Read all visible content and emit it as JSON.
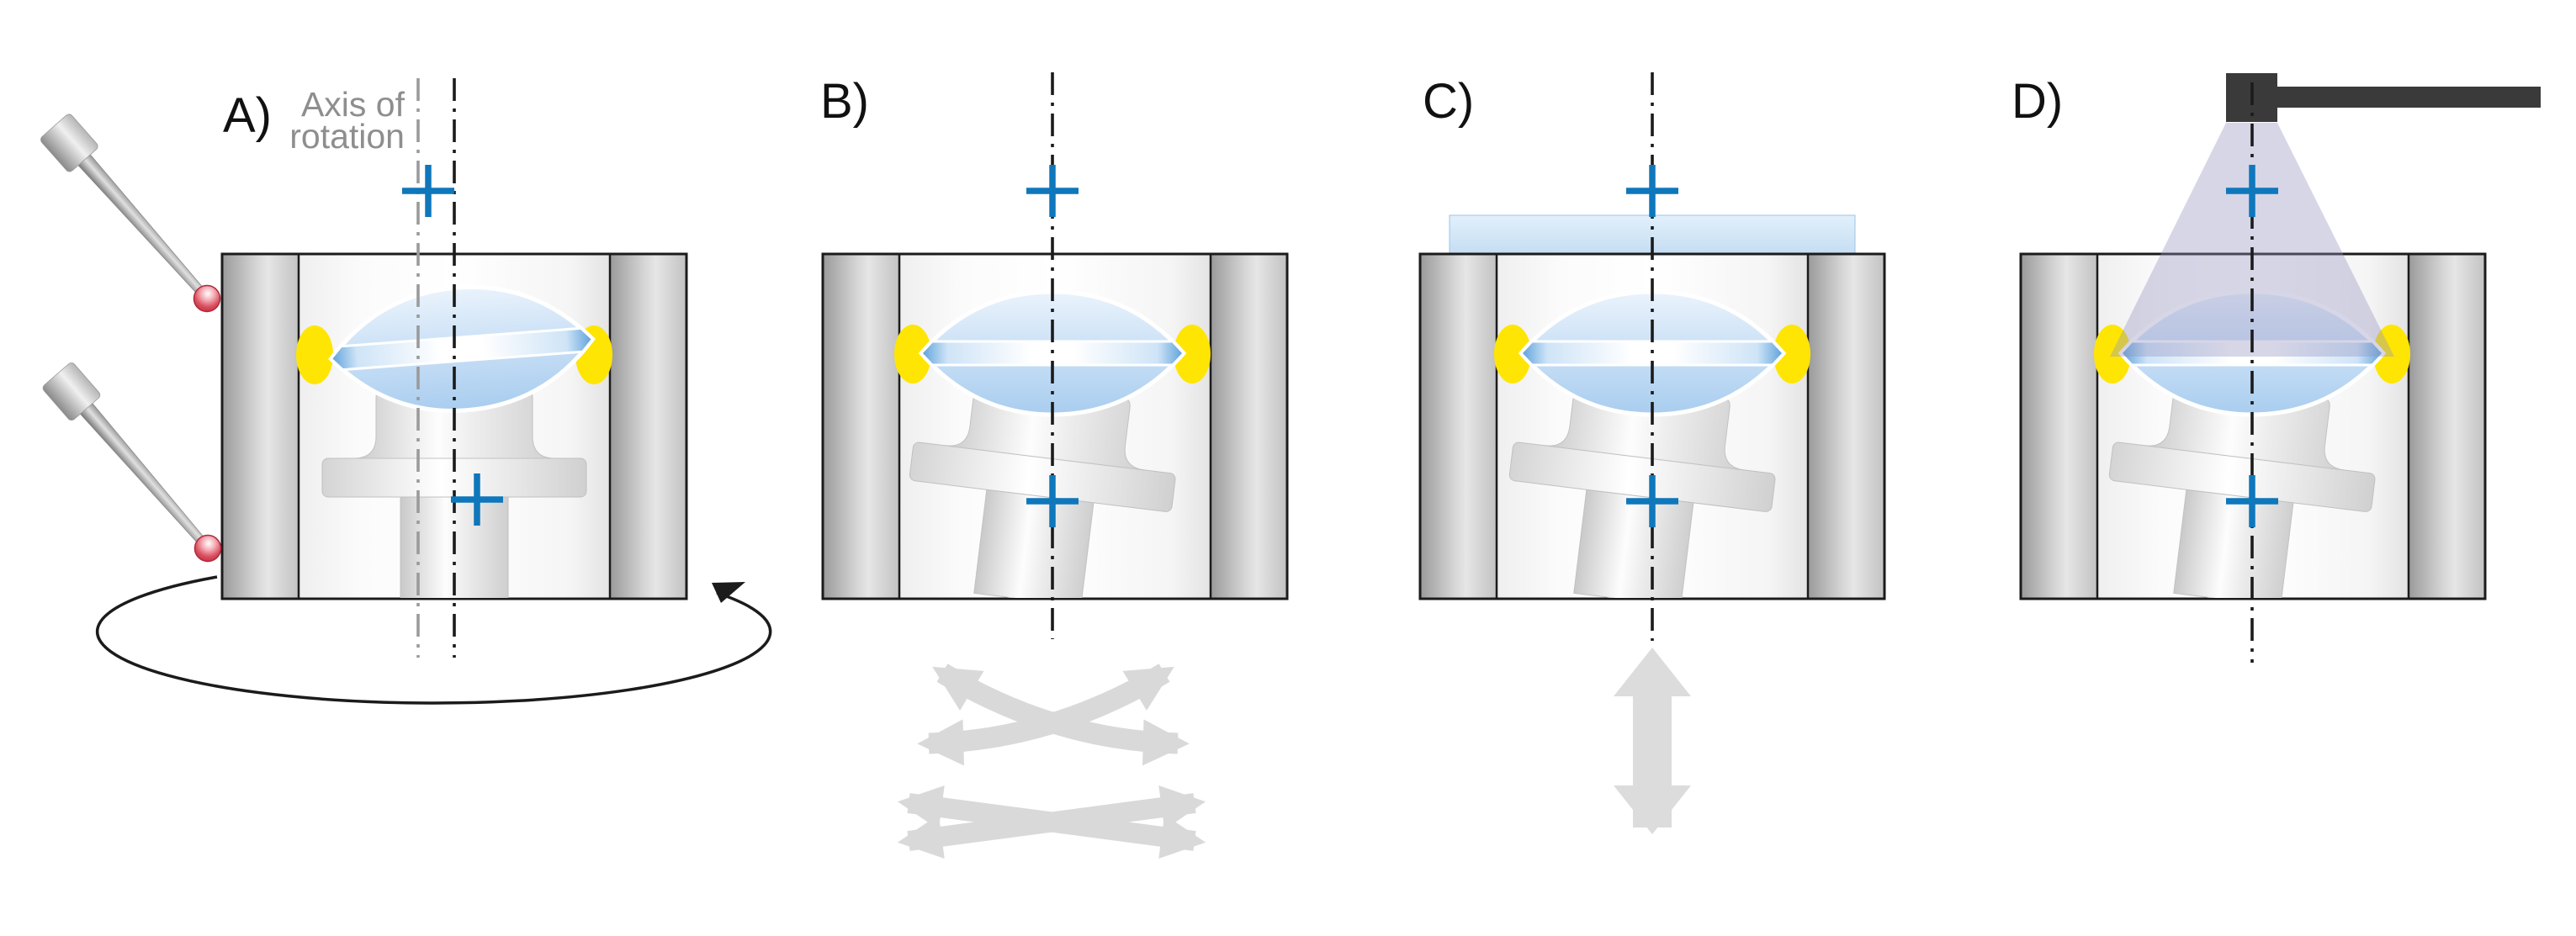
{
  "figure": {
    "panels": [
      {
        "id": "A",
        "label": "A)"
      },
      {
        "id": "B",
        "label": "B)"
      },
      {
        "id": "C",
        "label": "C)"
      },
      {
        "id": "D",
        "label": "D)"
      }
    ],
    "annotations": {
      "axis_line1": "Axis of",
      "axis_line2": "rotation"
    },
    "colors": {
      "cross_blue": "#0f77bb",
      "adhesive_yellow": "#ffe504",
      "uv_cone": "rgba(147,147,192,0.38)",
      "motion_gray": "#d9d9d9",
      "axial_arrow_gray": "#dcdcdc",
      "tool_dark": "#3a3a3a",
      "rotation_axis_gray": "#9b9b9b",
      "optical_axis_black": "#1b1b1b"
    }
  }
}
